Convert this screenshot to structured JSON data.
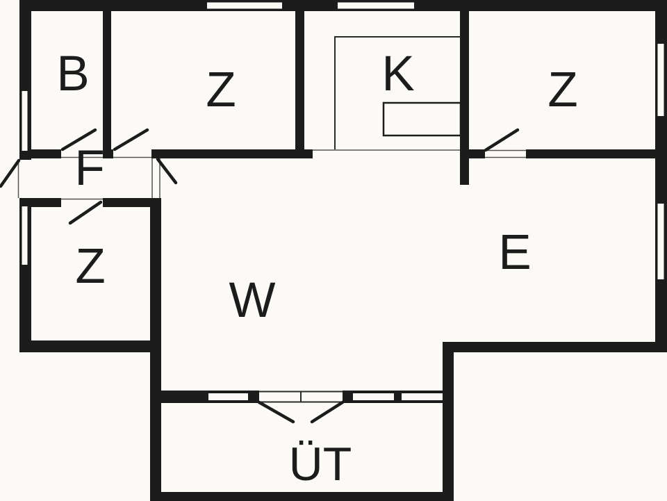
{
  "plan": {
    "type": "residential floor plan",
    "style": "black-and-white schematic"
  },
  "colors": {
    "wall": "#1c1c1c",
    "floor": "#fbfaf7",
    "line": "#2a2a2a",
    "label": "#1c1c1c"
  },
  "rooms": [
    {
      "id": "b",
      "label": "B"
    },
    {
      "id": "z-top-left",
      "label": "Z"
    },
    {
      "id": "k",
      "label": "K"
    },
    {
      "id": "z-top-right",
      "label": "Z"
    },
    {
      "id": "f",
      "label": "F"
    },
    {
      "id": "z-lower-left",
      "label": "Z"
    },
    {
      "id": "w",
      "label": "W"
    },
    {
      "id": "e",
      "label": "E"
    },
    {
      "id": "ut",
      "label": "ÜT"
    }
  ]
}
